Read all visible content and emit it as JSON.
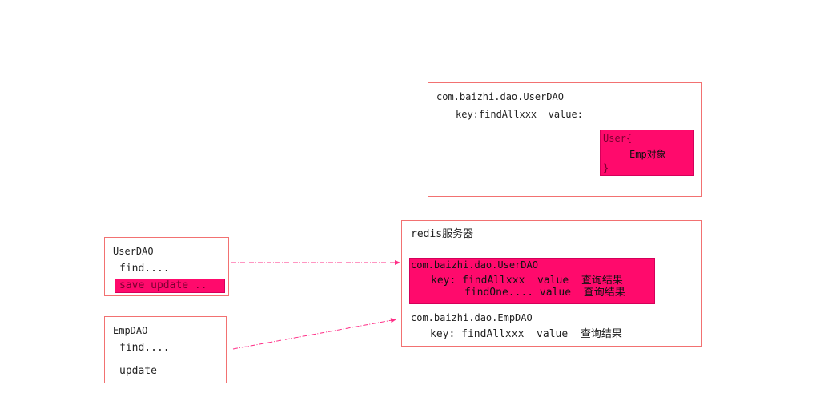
{
  "userdao_cache": {
    "class": "com.baizhi.dao.UserDAO",
    "key_line": "key:findAllxxx  value:",
    "value_open": "User{",
    "value_inner": "Emp对象",
    "value_close": "}"
  },
  "redis": {
    "title": "redis服务器",
    "user_section": {
      "class": "com.baizhi.dao.UserDAO",
      "line1": "key: findAllxxx  value  查询结果",
      "line2": "findOne.... value  查询结果"
    },
    "emp_section": {
      "class": "com.baizhi.dao.EmpDAO",
      "line1": "key: findAllxxx  value  查询结果"
    }
  },
  "userdao_box": {
    "title": "UserDAO",
    "find": "find....",
    "save": "save update .."
  },
  "empdao_box": {
    "title": "EmpDAO",
    "find": "find....",
    "update": "update"
  },
  "colors": {
    "border": "#f27171",
    "highlight": "#ff0a6c",
    "arrow": "#ff2d86"
  }
}
